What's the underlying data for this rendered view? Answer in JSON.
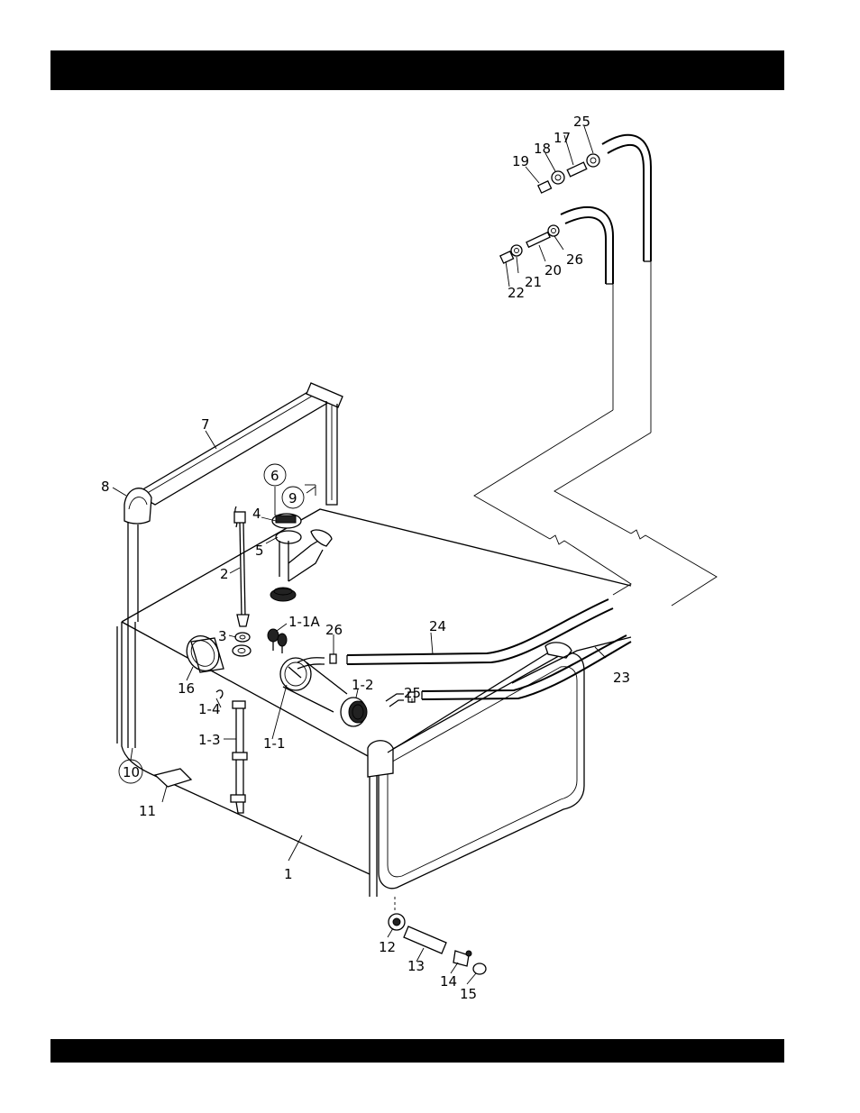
{
  "header_bar": "",
  "footer_bar": "",
  "callouts": [
    {
      "id": "c25a",
      "text": "25"
    },
    {
      "id": "c17",
      "text": "17"
    },
    {
      "id": "c18",
      "text": "18"
    },
    {
      "id": "c19",
      "text": "19"
    },
    {
      "id": "c26a",
      "text": "26"
    },
    {
      "id": "c20",
      "text": "20"
    },
    {
      "id": "c21",
      "text": "21"
    },
    {
      "id": "c22",
      "text": "22"
    },
    {
      "id": "c7",
      "text": "7"
    },
    {
      "id": "c8",
      "text": "8"
    },
    {
      "id": "c6",
      "text": "6"
    },
    {
      "id": "c9",
      "text": "9"
    },
    {
      "id": "c4",
      "text": "4"
    },
    {
      "id": "c5",
      "text": "5"
    },
    {
      "id": "c2",
      "text": "2"
    },
    {
      "id": "c3",
      "text": "3"
    },
    {
      "id": "c11A",
      "text": "1-1A"
    },
    {
      "id": "c26b",
      "text": "26"
    },
    {
      "id": "c24",
      "text": "24"
    },
    {
      "id": "c23",
      "text": "23"
    },
    {
      "id": "c16",
      "text": "16"
    },
    {
      "id": "c14a",
      "text": "1-4"
    },
    {
      "id": "c12a",
      "text": "1-2"
    },
    {
      "id": "c25b",
      "text": "25"
    },
    {
      "id": "c13a",
      "text": "1-3"
    },
    {
      "id": "c11",
      "text": "1-1"
    },
    {
      "id": "c10",
      "text": "10"
    },
    {
      "id": "c11b",
      "text": "11"
    },
    {
      "id": "c1",
      "text": "1"
    },
    {
      "id": "c12",
      "text": "12"
    },
    {
      "id": "c13",
      "text": "13"
    },
    {
      "id": "c14",
      "text": "14"
    },
    {
      "id": "c15",
      "text": "15"
    }
  ]
}
